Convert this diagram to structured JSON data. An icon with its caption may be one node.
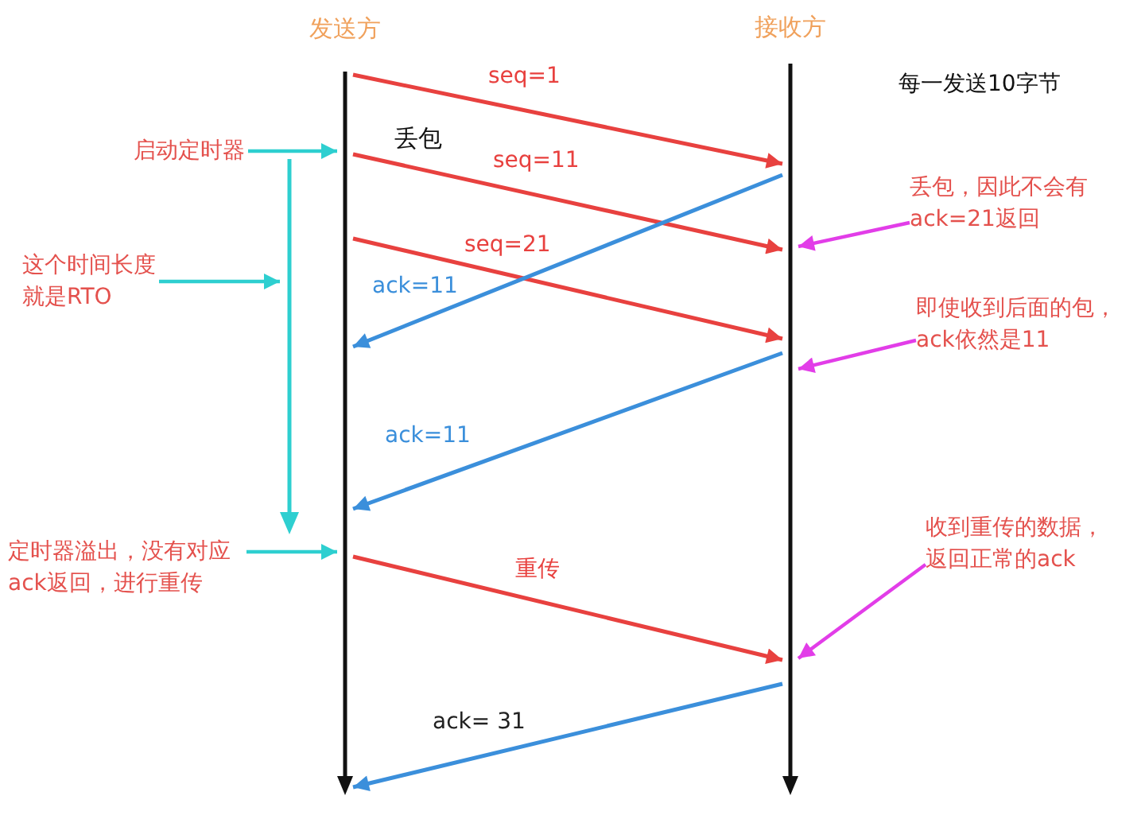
{
  "diagram": {
    "nodes": [
      {
        "text": [
          "发送方"
        ]
      },
      {
        "text": [
          "接收方"
        ]
      },
      {
        "text": [
          "启动定时器"
        ]
      },
      {
        "text": [
          "这个时间长度就是RTO"
        ]
      },
      {
        "text": [
          "定时器溢出，没有对应ack返回，进行重传"
        ]
      },
      {
        "text": [
          "丢包，因此不会有ack=21返回"
        ]
      },
      {
        "text": [
          "即使收到后面的包，ack依然是11"
        ]
      },
      {
        "text": [
          "收到重传的数据，返回正常的ack"
        ]
      },
      {
        "text": [],
        "shape": "arrow"
      }
    ],
    "edges": [
      {
        "from": 0,
        "to": 1,
        "arrow": "to",
        "label": "seq=1",
        "color": "#e8413f"
      },
      {
        "from": 0,
        "to": 1,
        "arrow": "to",
        "label": "seq=11",
        "color": "#e8413f"
      },
      {
        "from": 0,
        "to": 1,
        "arrow": "to",
        "label": "seq=21",
        "color": "#e8413f"
      },
      {
        "from": 1,
        "to": 0,
        "arrow": "to",
        "label": "ack=11",
        "color": "#3b8fdb"
      },
      {
        "from": 1,
        "to": 0,
        "arrow": "to",
        "label": "ack=11",
        "color": "#3b8fdb"
      },
      {
        "from": 0,
        "to": 1,
        "arrow": "to",
        "label": "重传",
        "color": "#e8413f"
      },
      {
        "from": 1,
        "to": 0,
        "arrow": "to",
        "label": "ack= 31",
        "color": "#3b8fdb"
      },
      {
        "from": 2,
        "to": 0,
        "arrow": "to",
        "color": "#2ecfd0"
      },
      {
        "from": 3,
        "to": 8,
        "arrow": "to",
        "color": "#2ecfd0"
      },
      {
        "from": 4,
        "to": 0,
        "arrow": "to",
        "color": "#2ecfd0"
      },
      {
        "from": 5,
        "to": 1,
        "arrow": "to",
        "color": "#e23de8"
      },
      {
        "from": 6,
        "to": 1,
        "arrow": "to",
        "color": "#e23de8"
      },
      {
        "from": 7,
        "to": 1,
        "arrow": "to",
        "color": "#e23de8"
      }
    ],
    "labels": [
      "每一发送10字节",
      "丢包"
    ]
  }
}
